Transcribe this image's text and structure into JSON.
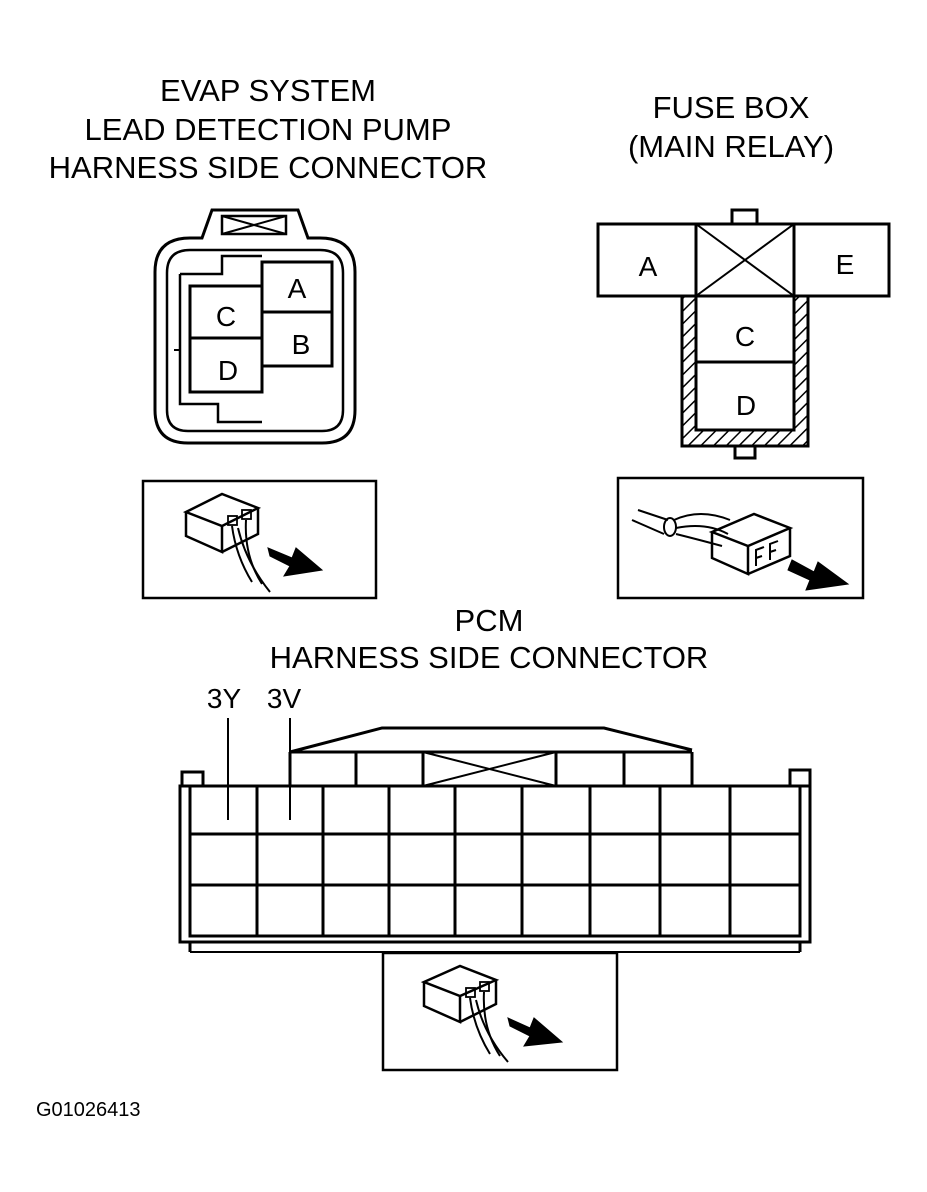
{
  "evap": {
    "title_lines": [
      "EVAP SYSTEM",
      "LEAD DETECTION PUMP",
      "HARNESS SIDE CONNECTOR"
    ],
    "pins": [
      "A",
      "B",
      "C",
      "D"
    ]
  },
  "fuse_box": {
    "title_lines": [
      "FUSE BOX",
      "(MAIN RELAY)"
    ],
    "pins": [
      "A",
      "E",
      "C",
      "D"
    ]
  },
  "pcm": {
    "title_lines": [
      "PCM",
      "HARNESS SIDE CONNECTOR"
    ],
    "pin_labels": [
      "3Y",
      "3V"
    ],
    "grid": {
      "columns": 9,
      "rows": 3
    }
  },
  "reference_code": "G01026413",
  "colors": {
    "line": "#000000",
    "background": "#ffffff"
  }
}
